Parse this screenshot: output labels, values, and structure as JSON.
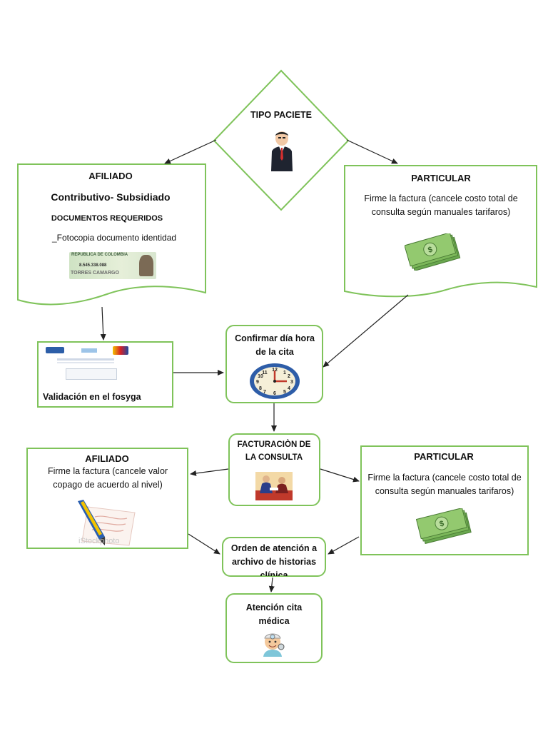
{
  "colors": {
    "border": "#7fc35a",
    "arrow": "#222222",
    "money": "#8bc34a",
    "text": "#111111"
  },
  "nodes": {
    "tipo": {
      "title": "TIPO PACIETE",
      "icon": "businessman-icon"
    },
    "afiliado_top": {
      "title": "AFILIADO",
      "subtitle": "Contributivo- Subsidiado",
      "docs_title": "DOCUMENTOS REQUERIDOS",
      "doc_item": "_Fotocopia documento identidad",
      "card_country": "REPUBLICA DE COLOMBIA",
      "card_number": "8.545.338.088",
      "card_name": "TORRES CAMARGO",
      "icon": "id-card-icon"
    },
    "particular_top": {
      "title": "PARTICULAR",
      "line1": "Firme la factura (cancele costo total de",
      "line2": "consulta según manuales tarifaros)",
      "icon": "money-icon"
    },
    "fosyga": {
      "label": "Validación en el fosyga",
      "icon": "fosyga-screenshot-icon"
    },
    "confirmar": {
      "line1": "Confirmar día hora",
      "line2": "de la cita",
      "icon": "clock-icon"
    },
    "facturacion": {
      "line1": "FACTURACIÒN DE",
      "line2": "LA CONSULTA",
      "icon": "cashier-icon"
    },
    "afiliado_mid": {
      "title": "AFILIADO",
      "line1": "Firme la factura (cancele valor",
      "line2": "copago de acuerdo al nivel)",
      "watermark": "iStockphoto",
      "icon": "pen-signature-icon"
    },
    "particular_mid": {
      "title": "PARTICULAR",
      "line1": "Firme la factura (cancele costo total de",
      "line2": "consulta según manuales tarifaros)",
      "icon": "money-icon"
    },
    "orden": {
      "line1": "Orden de atención a",
      "line2": "archivo de historias",
      "line3": "clínica",
      "icon": ""
    },
    "atencion": {
      "line1": "Atención cita",
      "line2": "médica",
      "icon": "doctor-icon"
    }
  },
  "edges": [
    [
      "tipo",
      "afiliado_top"
    ],
    [
      "tipo",
      "particular_top"
    ],
    [
      "afiliado_top",
      "fosyga"
    ],
    [
      "fosyga",
      "confirmar"
    ],
    [
      "particular_top",
      "confirmar"
    ],
    [
      "confirmar",
      "facturacion"
    ],
    [
      "facturacion",
      "afiliado_mid"
    ],
    [
      "facturacion",
      "particular_mid"
    ],
    [
      "afiliado_mid",
      "orden"
    ],
    [
      "particular_mid",
      "orden"
    ],
    [
      "orden",
      "atencion"
    ]
  ]
}
